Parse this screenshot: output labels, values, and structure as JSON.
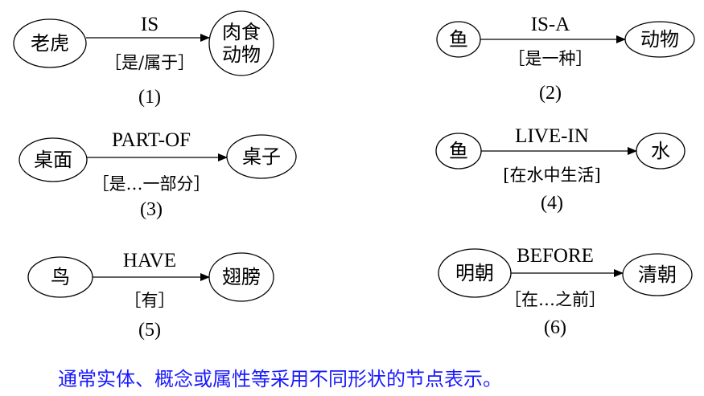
{
  "diagrams": [
    {
      "num": "(1)",
      "from": [
        "老虎"
      ],
      "to": [
        "肉食",
        "动物"
      ],
      "relation": "IS",
      "annotation": "［是/属于］"
    },
    {
      "num": "(2)",
      "from": [
        "鱼"
      ],
      "to": [
        "动物"
      ],
      "relation": "IS-A",
      "annotation": "［是一种］"
    },
    {
      "num": "(3)",
      "from": [
        "桌面"
      ],
      "to": [
        "桌子"
      ],
      "relation": "PART-OF",
      "annotation": "［是…一部分］"
    },
    {
      "num": "(4)",
      "from": [
        "鱼"
      ],
      "to": [
        "水"
      ],
      "relation": "LIVE-IN",
      "annotation": "[在水中生活]"
    },
    {
      "num": "(5)",
      "from": [
        "鸟"
      ],
      "to": [
        "翅膀"
      ],
      "relation": "HAVE",
      "annotation": "［有］"
    },
    {
      "num": "(6)",
      "from": [
        "明朝"
      ],
      "to": [
        "清朝"
      ],
      "relation": "BEFORE",
      "annotation": "［在…之前］"
    }
  ],
  "caption": "通常实体、概念或属性等采用不同形状的节点表示。",
  "colors": {
    "caption": "#1a1aff",
    "lines": "#000000"
  }
}
